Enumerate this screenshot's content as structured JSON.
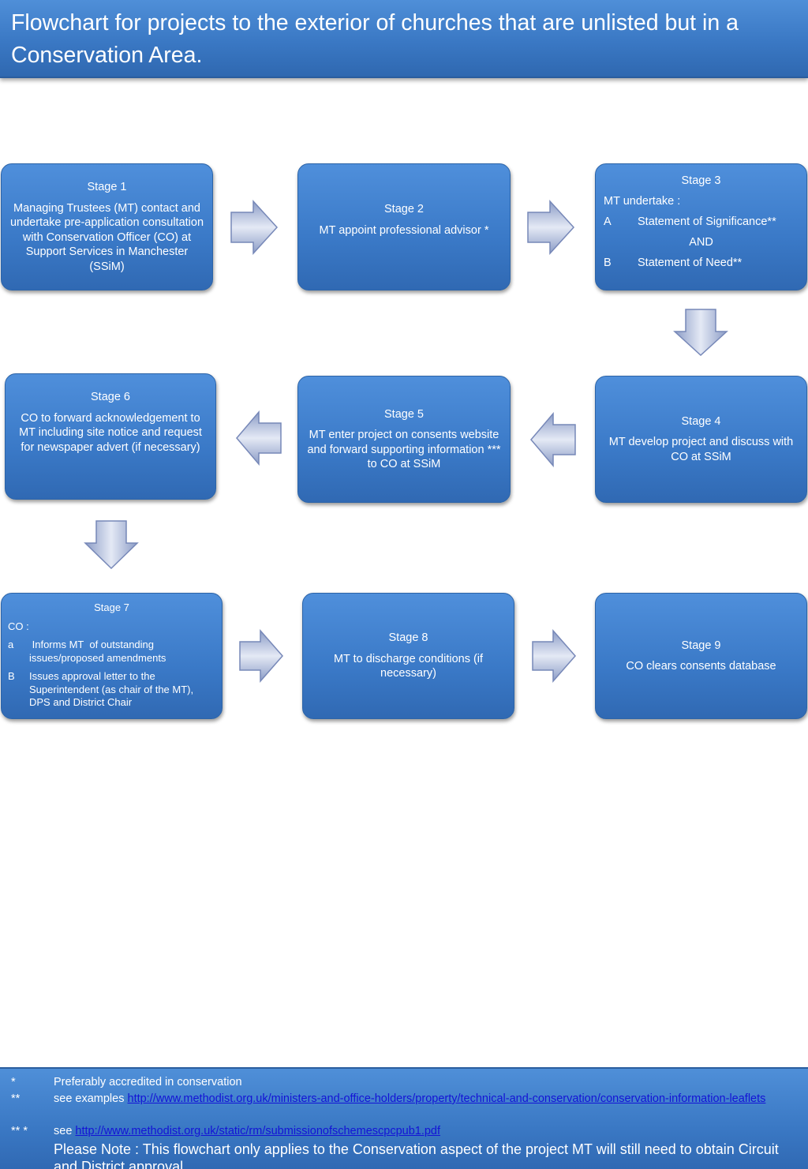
{
  "title": "Flowchart for projects to the exterior of churches that are unlisted but in a Conservation Area.",
  "colors": {
    "box": "#3a79c7",
    "header": "#3a78c4",
    "arrow": "#9fb0d4",
    "link": "#1313d6"
  },
  "stages": {
    "s1": {
      "title": "Stage 1",
      "body": "Managing Trustees (MT) contact and undertake pre-application consultation with Conservation Officer  (CO) at Support Services in Manchester (SSiM)"
    },
    "s2": {
      "title": "Stage 2",
      "body": "MT appoint professional advisor *"
    },
    "s3": {
      "title": "Stage 3",
      "intro": "MT undertake :",
      "a_label": "A",
      "a_text": "Statement of Significance**",
      "and": "AND",
      "b_label": "B",
      "b_text": "Statement of Need**"
    },
    "s4": {
      "title": "Stage 4",
      "body": "MT develop project and discuss with CO  at SSiM"
    },
    "s5": {
      "title": "Stage 5",
      "body": "MT enter project on consents website and forward supporting information *** to CO  at SSiM"
    },
    "s6": {
      "title": "Stage 6",
      "body": "CO to forward acknowledgement to MT including site notice and request for newspaper advert (if necessary)"
    },
    "s7": {
      "title": "Stage 7",
      "intro": "CO :",
      "a_label": "a",
      "a_text": " Informs MT  of outstanding issues/proposed amendments",
      "b_label": "B",
      "b_text": "Issues approval letter to the Superintendent (as chair of the MT), DPS and  District Chair"
    },
    "s8": {
      "title": "Stage 8",
      "body": "MT to discharge conditions (if necessary)"
    },
    "s9": {
      "title": "Stage 9",
      "body": "CO  clears consents database"
    }
  },
  "footer": {
    "n1_mark": "*",
    "n1_text": "Preferably accredited in conservation",
    "n2_mark": "**",
    "n2_prefix": "see examples ",
    "n2_link": "http://www.methodist.org.uk/ministers-and-office-holders/property/technical-and-conservation/conservation-information-leaflets",
    "n3_mark": "** *",
    "n3_prefix": "see ",
    "n3_link": "http://www.methodist.org.uk/static/rm/submissionofschemescpcpub1.pdf",
    "note": "Please Note : This flowchart only applies to the Conservation aspect of the project MT will still need to obtain Circuit and District approval"
  }
}
